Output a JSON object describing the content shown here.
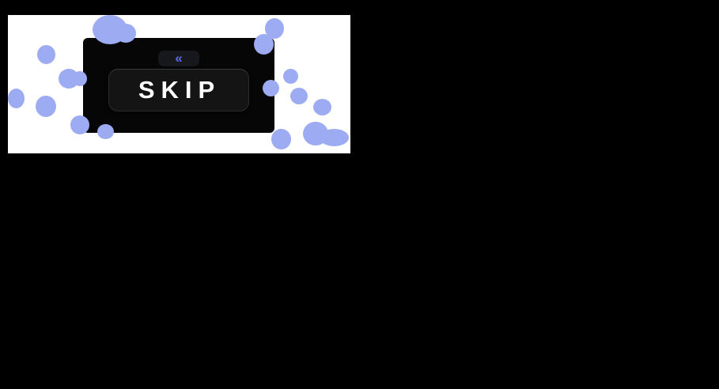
{
  "page": {
    "background_color": "#000000",
    "card_color": "#ffffff",
    "panel_color": "#060606"
  },
  "overlay": {
    "skip_label": "SKIP",
    "collapse_icon": "«",
    "accent_color": "#5e6ceb",
    "blob_color": "#9dabf2",
    "blobs": [
      [
        117,
        19,
        44,
        37
      ],
      [
        146,
        30,
        26,
        24
      ],
      [
        335,
        23,
        24,
        26
      ],
      [
        321,
        43,
        25,
        26
      ],
      [
        47,
        57,
        23,
        24
      ],
      [
        74,
        87,
        26,
        25
      ],
      [
        92,
        90,
        18,
        19
      ],
      [
        10,
        112,
        21,
        25
      ],
      [
        45,
        121,
        26,
        27
      ],
      [
        89,
        146,
        24,
        24
      ],
      [
        123,
        157,
        21,
        19
      ],
      [
        332,
        101,
        21,
        21
      ],
      [
        358,
        87,
        19,
        19
      ],
      [
        367,
        111,
        22,
        21
      ],
      [
        396,
        125,
        23,
        21
      ],
      [
        343,
        163,
        25,
        26
      ],
      [
        383,
        154,
        32,
        30
      ],
      [
        404,
        163,
        37,
        22
      ]
    ]
  }
}
